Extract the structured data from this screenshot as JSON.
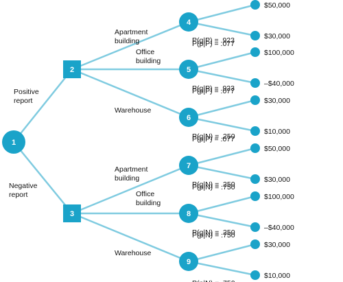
{
  "colors": {
    "accent": "#1aa3c9",
    "line": "#7fcbe0",
    "node_text": "#ffffff",
    "text": "#111111"
  },
  "root": {
    "label": "1"
  },
  "branches": [
    {
      "label_line1": "Positive",
      "label_line2": "report",
      "decision_node": "2"
    },
    {
      "label_line1": "Negative",
      "label_line2": "report",
      "decision_node": "3"
    }
  ],
  "chances": [
    {
      "node": "4",
      "decision": "2",
      "alt_line1": "Apartment",
      "alt_line2": "building",
      "p_top": "P(g|P) = .923",
      "p_bottom": "P(p|P) = .077",
      "v_top": "$50,000",
      "v_bottom": "$30,000"
    },
    {
      "node": "5",
      "decision": "2",
      "alt_line1": "Office",
      "alt_line2": "building",
      "p_top": "P(g|P) = .923",
      "p_bottom": "P(p|P) = .077",
      "v_top": "$100,000",
      "v_bottom": "–$40,000"
    },
    {
      "node": "6",
      "decision": "2",
      "alt_line1": "Warehouse",
      "alt_line2": "",
      "p_top": "P(g|P) = .923",
      "p_bottom": "P(p|P) = .077",
      "v_top": "$30,000",
      "v_bottom": "$10,000"
    },
    {
      "node": "7",
      "decision": "3",
      "alt_line1": "Apartment",
      "alt_line2": "building",
      "p_top": "P(g|N) = .250",
      "p_bottom": "P(p|N) = .750",
      "v_top": "$50,000",
      "v_bottom": "$30,000"
    },
    {
      "node": "8",
      "decision": "3",
      "alt_line1": "Office",
      "alt_line2": "building",
      "p_top": "P(g|N) = .250",
      "p_bottom": "P(p|N) = .750",
      "v_top": "$100,000",
      "v_bottom": "–$40,000"
    },
    {
      "node": "9",
      "decision": "3",
      "alt_line1": "Warehouse",
      "alt_line2": "",
      "p_top": "P(g|N) = .250",
      "p_bottom": "P(p|N) = .750",
      "v_top": "$30,000",
      "v_bottom": "$10,000"
    }
  ]
}
